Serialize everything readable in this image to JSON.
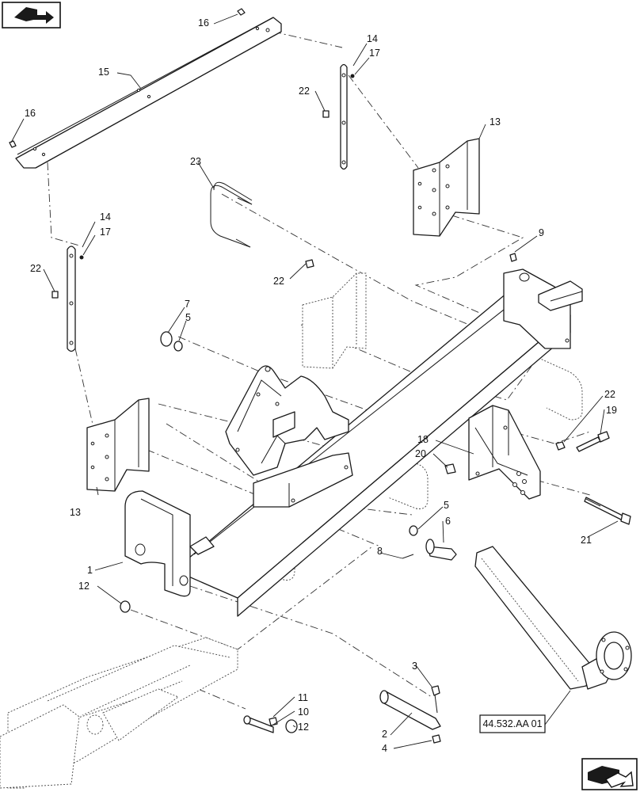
{
  "diagram": {
    "reference_label": "44.532.AA 01",
    "callouts": [
      {
        "id": "c16a",
        "text": "16"
      },
      {
        "id": "c16b",
        "text": "16"
      },
      {
        "id": "c15",
        "text": "15"
      },
      {
        "id": "c14a",
        "text": "14"
      },
      {
        "id": "c17a",
        "text": "17"
      },
      {
        "id": "c22a",
        "text": "22"
      },
      {
        "id": "c13a",
        "text": "13"
      },
      {
        "id": "c23",
        "text": "23"
      },
      {
        "id": "c14b",
        "text": "14"
      },
      {
        "id": "c17b",
        "text": "17"
      },
      {
        "id": "c22b",
        "text": "22"
      },
      {
        "id": "c9",
        "text": "9"
      },
      {
        "id": "c22c",
        "text": "22"
      },
      {
        "id": "c7",
        "text": "7"
      },
      {
        "id": "c5a",
        "text": "5"
      },
      {
        "id": "c22d",
        "text": "22"
      },
      {
        "id": "c19",
        "text": "19"
      },
      {
        "id": "c18",
        "text": "18"
      },
      {
        "id": "c20",
        "text": "20"
      },
      {
        "id": "c13b",
        "text": "13"
      },
      {
        "id": "c5b",
        "text": "5"
      },
      {
        "id": "c6",
        "text": "6"
      },
      {
        "id": "c21",
        "text": "21"
      },
      {
        "id": "c8",
        "text": "8"
      },
      {
        "id": "c1",
        "text": "1"
      },
      {
        "id": "c12a",
        "text": "12"
      },
      {
        "id": "c3",
        "text": "3"
      },
      {
        "id": "c11",
        "text": "11"
      },
      {
        "id": "c10",
        "text": "10"
      },
      {
        "id": "c12b",
        "text": "12"
      },
      {
        "id": "c2",
        "text": "2"
      },
      {
        "id": "c4",
        "text": "4"
      }
    ]
  }
}
